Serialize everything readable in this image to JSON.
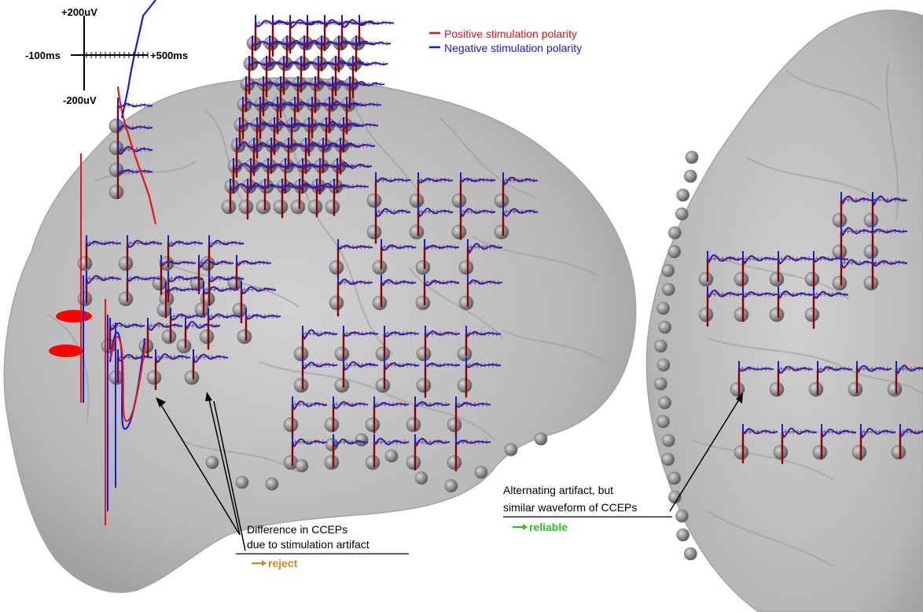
{
  "scale_bar": {
    "plus_uv": "+200uV",
    "minus_uv": "-200uV",
    "minus_ms": "-100ms",
    "plus_ms": "+500ms"
  },
  "legend": {
    "items": [
      {
        "label": "Positive stimulation polarity",
        "color": "#e8141b"
      },
      {
        "label": "Negative stimulation polarity",
        "color": "#1a1ad8"
      }
    ]
  },
  "annotations": {
    "left": {
      "line1": "Difference in CCEPs",
      "line2": "due to stimulation artifact",
      "verdict": "reject",
      "verdict_color": "#d08a1c"
    },
    "right": {
      "line1": "Alternating artifact, but",
      "line2": "similar waveform of CCEPs",
      "verdict": "reliable",
      "verdict_color": "#2bc12b"
    }
  },
  "colors": {
    "brain": "#b9b9b9",
    "brain_shade": "#9e9e9e",
    "electrode": "#8d8d8d",
    "stim_site": "#ff0000",
    "stim_marker": "#8b0000",
    "positive": "#e8141b",
    "negative": "#1a1ad8"
  }
}
